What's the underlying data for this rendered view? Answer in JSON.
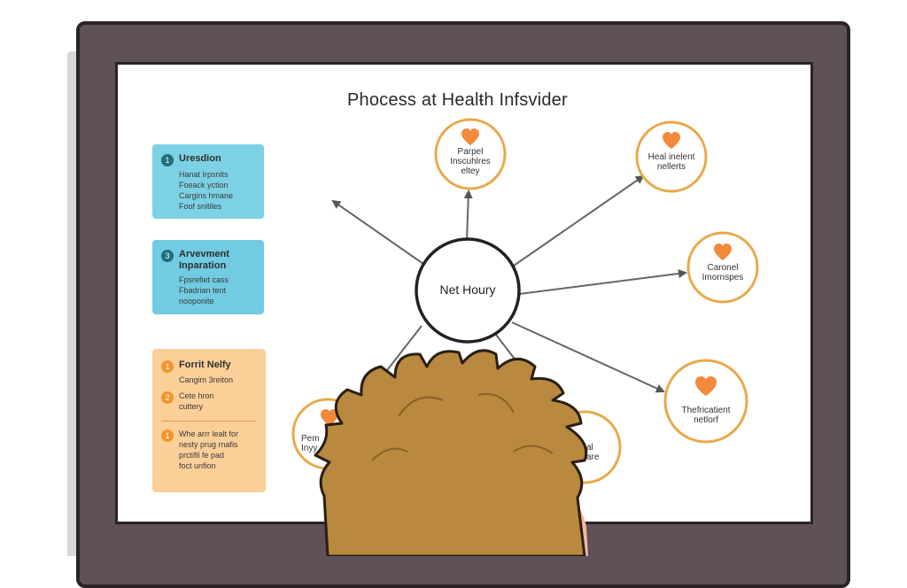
{
  "title": "Phocess at Healŧh Infsvider",
  "hub": {
    "label": "Net Houry"
  },
  "cards": {
    "card1": {
      "number": "1",
      "title": "Uresdion",
      "lines": [
        "Hanat Irpsnits",
        "Foeack yction",
        "Cargins hmane",
        "Foof snitiles"
      ]
    },
    "card2": {
      "number": "3",
      "title_lines": [
        "Arvevment",
        "Inparation"
      ],
      "lines": [
        "Fpsrefiet cass",
        "Fbadrian tent",
        "nooponite"
      ]
    },
    "card3": {
      "items": [
        {
          "number": "1",
          "title": "Forrit Nelfy",
          "lines": [
            "Cangim 3reiton"
          ]
        },
        {
          "number": "2",
          "lines": [
            "Cete hron",
            "cuttery"
          ]
        },
        {
          "number": "1",
          "lines": [
            "Whe arrr lealt for",
            "nesty prug rnafis",
            "prctifil fe pad",
            "foct unfion"
          ]
        }
      ]
    }
  },
  "nodes": {
    "top": {
      "lines": [
        "Parpel",
        "Inscuhlres",
        "eltey"
      ]
    },
    "top_right": {
      "lines": [
        "Heal inelent",
        "nellerts"
      ]
    },
    "right": {
      "lines": [
        "Caronel",
        "Imornspes"
      ]
    },
    "bottom_right": {
      "lines": [
        "Thefricatient",
        "netlorf"
      ]
    },
    "bottom_left": {
      "lines": [
        "Pem",
        "Inyy"
      ]
    },
    "bottom_mid": {
      "lines": [
        "al",
        "are"
      ]
    }
  },
  "colors": {
    "monitor": "#5e5157",
    "card_blue": "#7dd1e4",
    "card_orange": "#fbcf98",
    "node_ring": "#e8a94a",
    "heart": "#f28a3c",
    "hair": "#b8893e"
  }
}
